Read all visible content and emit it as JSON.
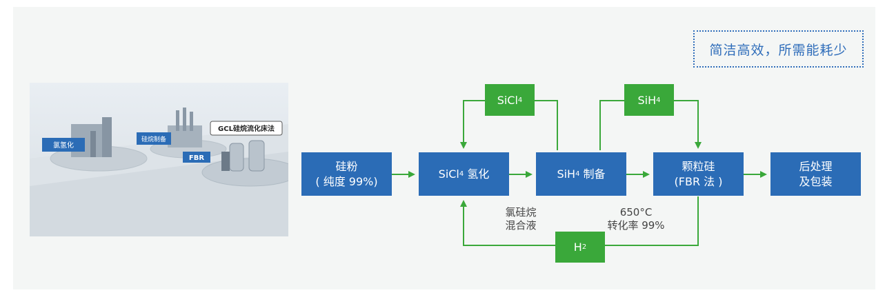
{
  "tagline": "简洁高效，所需能耗少",
  "photo": {
    "sign_main": "GCL硅烷流化床法",
    "sign_a": "氯氢化",
    "sign_b": "硅烷制备",
    "sign_c": "FBR"
  },
  "flow": {
    "box1": {
      "line1": "硅粉",
      "line2": "( 纯度 99%)"
    },
    "box2": {
      "pre": "SiCl",
      "sub": "4",
      "post": " 氢化"
    },
    "box3": {
      "pre": "SiH",
      "sub": "4",
      "post": " 制备"
    },
    "box4": {
      "line1": "颗粒硅",
      "line2": "(FBR 法 )"
    },
    "box5": {
      "line1": "后处理",
      "line2": "及包装"
    }
  },
  "recycle": {
    "sicl4": {
      "pre": "SiCl",
      "sub": "4"
    },
    "sih4": {
      "pre": "SiH",
      "sub": "4"
    },
    "h2": {
      "pre": "H",
      "sub": "2"
    }
  },
  "notes": {
    "mix": {
      "line1": "氯硅烷",
      "line2": "混合液"
    },
    "conv": {
      "line1": "650°C",
      "line2": "转化率 99%"
    }
  },
  "colors": {
    "process_box": "#2b6cb6",
    "recycle_box": "#3aa83a",
    "arrow": "#3aa83a",
    "tagline": "#2f6dba"
  }
}
